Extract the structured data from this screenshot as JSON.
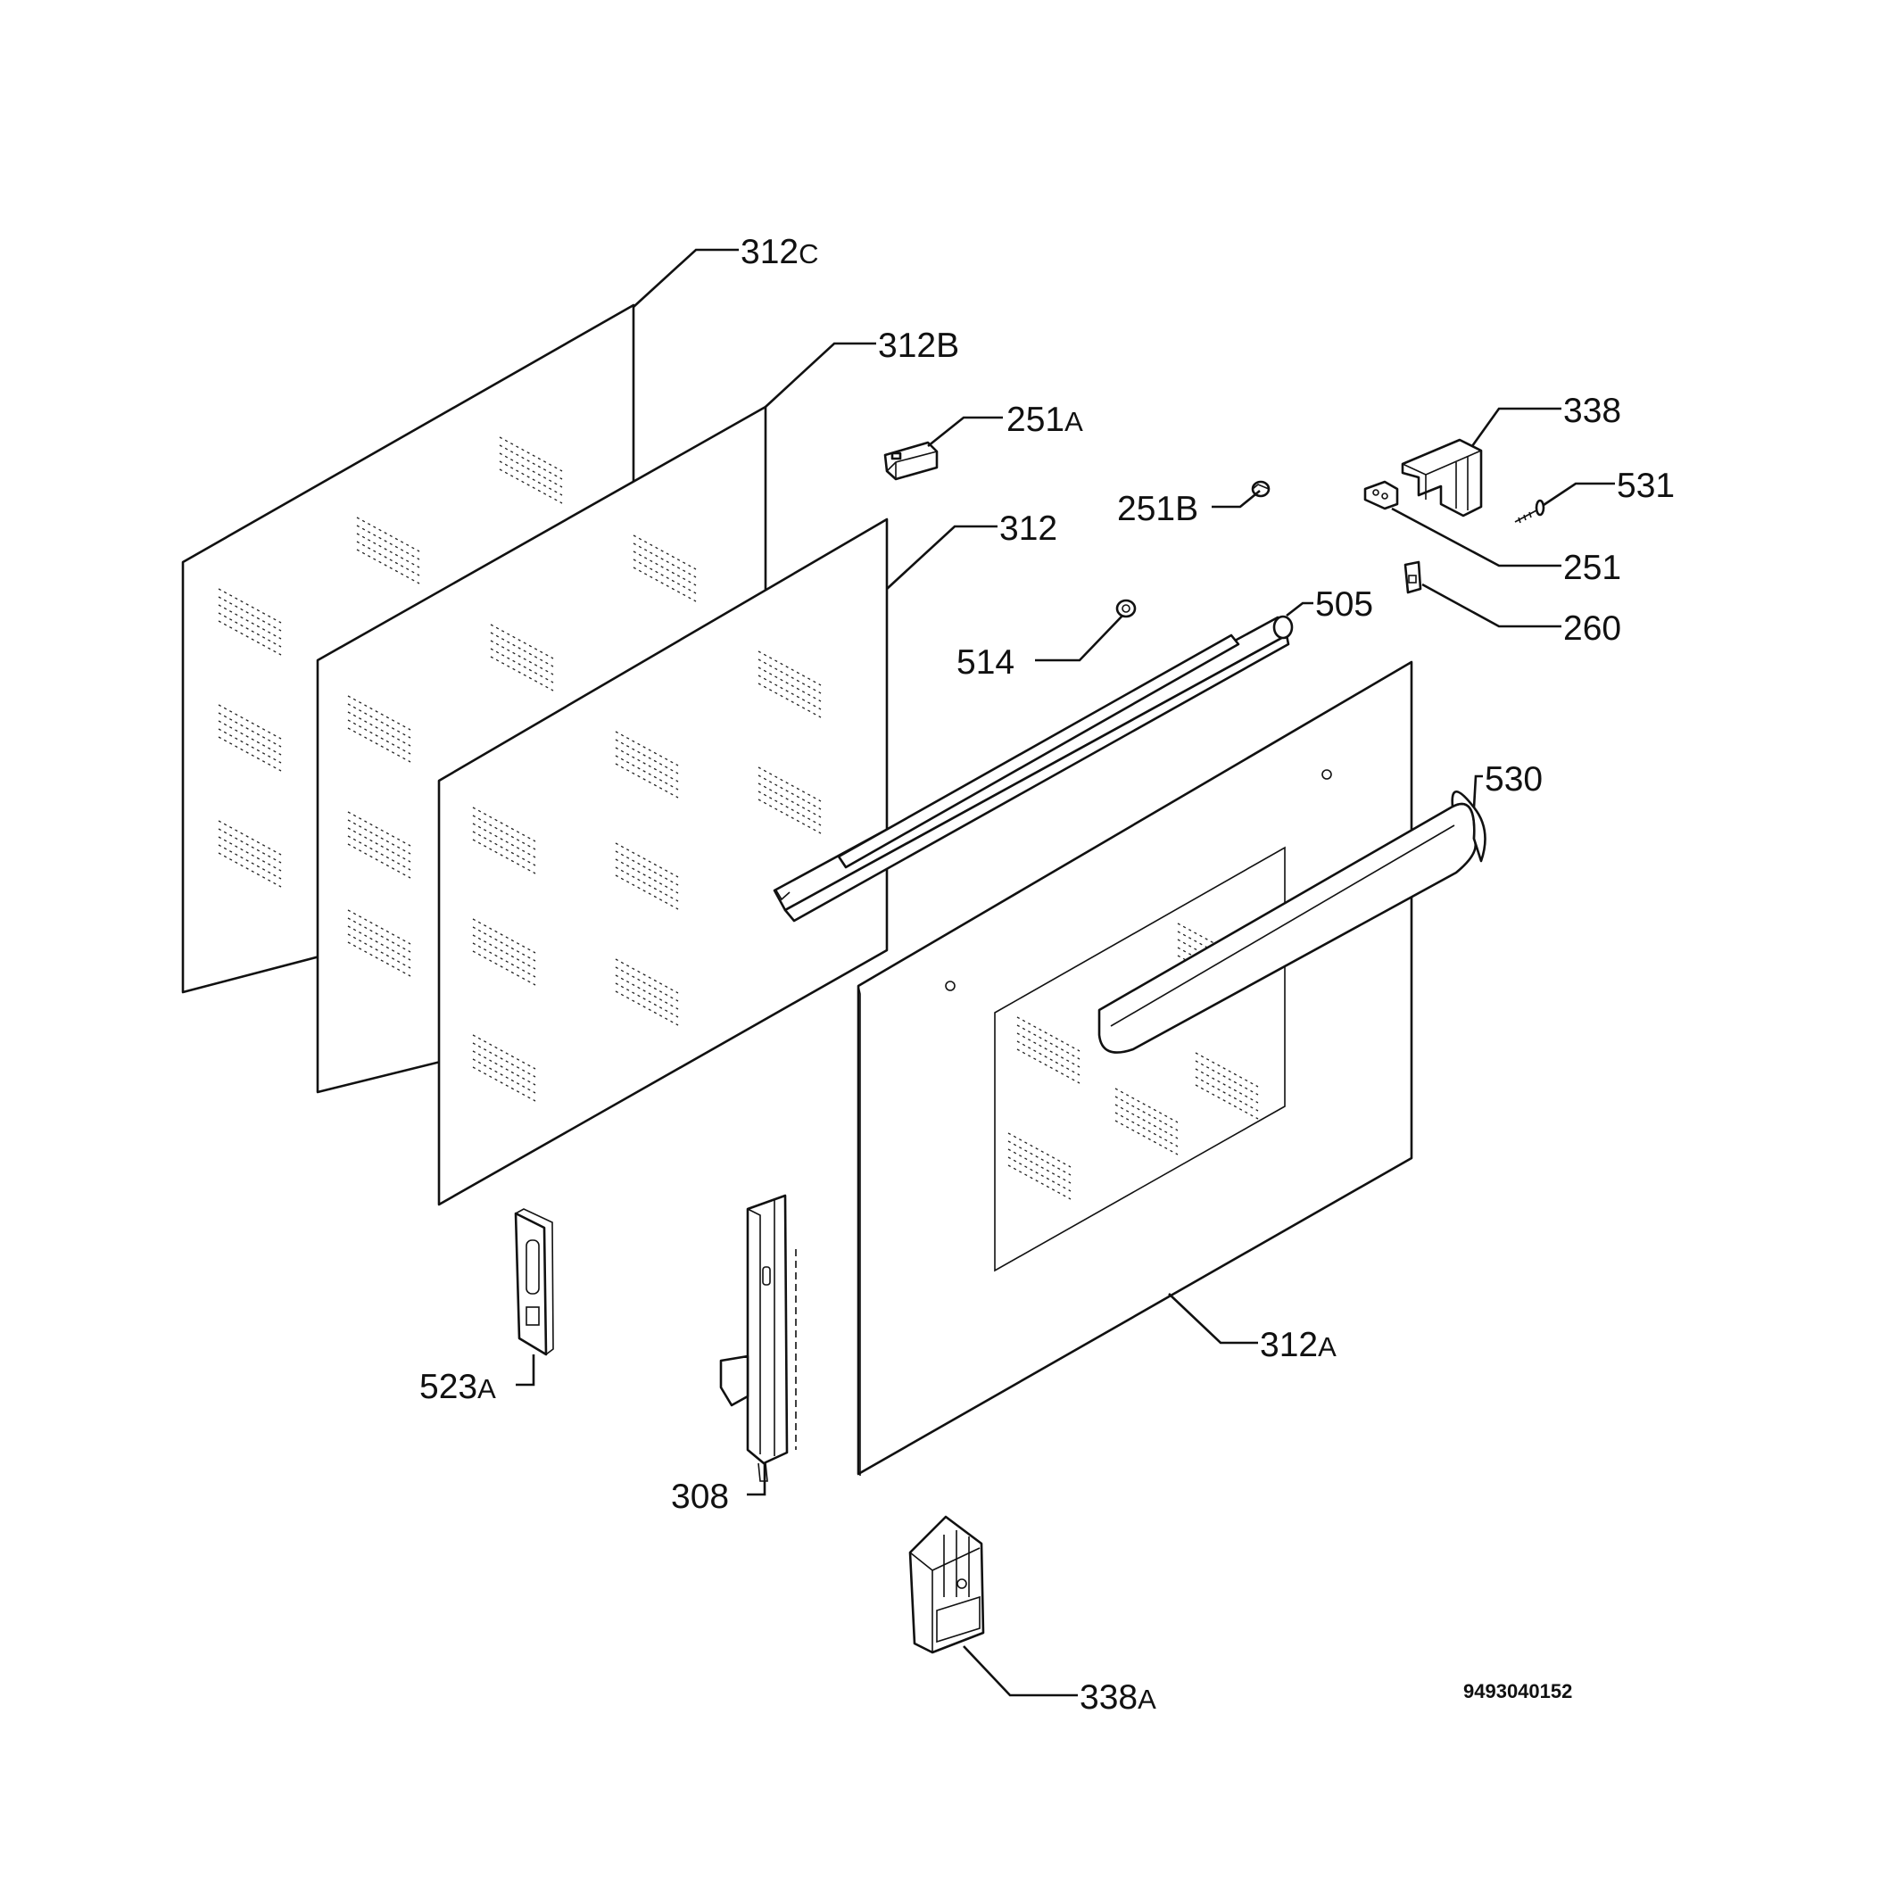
{
  "diagram": {
    "callouts": [
      {
        "id": "312C",
        "num": "312",
        "suffix": "C"
      },
      {
        "id": "312B",
        "num": "312B",
        "suffix": ""
      },
      {
        "id": "312",
        "num": "312",
        "suffix": ""
      },
      {
        "id": "251A",
        "num": "251",
        "suffix": "A"
      },
      {
        "id": "251B",
        "num": "251B",
        "suffix": ""
      },
      {
        "id": "338",
        "num": "338",
        "suffix": ""
      },
      {
        "id": "531",
        "num": "531",
        "suffix": ""
      },
      {
        "id": "251",
        "num": "251",
        "suffix": ""
      },
      {
        "id": "260",
        "num": "260",
        "suffix": ""
      },
      {
        "id": "505",
        "num": "505",
        "suffix": ""
      },
      {
        "id": "514",
        "num": "514",
        "suffix": ""
      },
      {
        "id": "530",
        "num": "530",
        "suffix": ""
      },
      {
        "id": "312A",
        "num": "312",
        "suffix": "A"
      },
      {
        "id": "523A",
        "num": "523",
        "suffix": "A"
      },
      {
        "id": "308",
        "num": "308",
        "suffix": ""
      },
      {
        "id": "338A",
        "num": "338",
        "suffix": "A"
      }
    ],
    "document_number": "9493040152"
  }
}
